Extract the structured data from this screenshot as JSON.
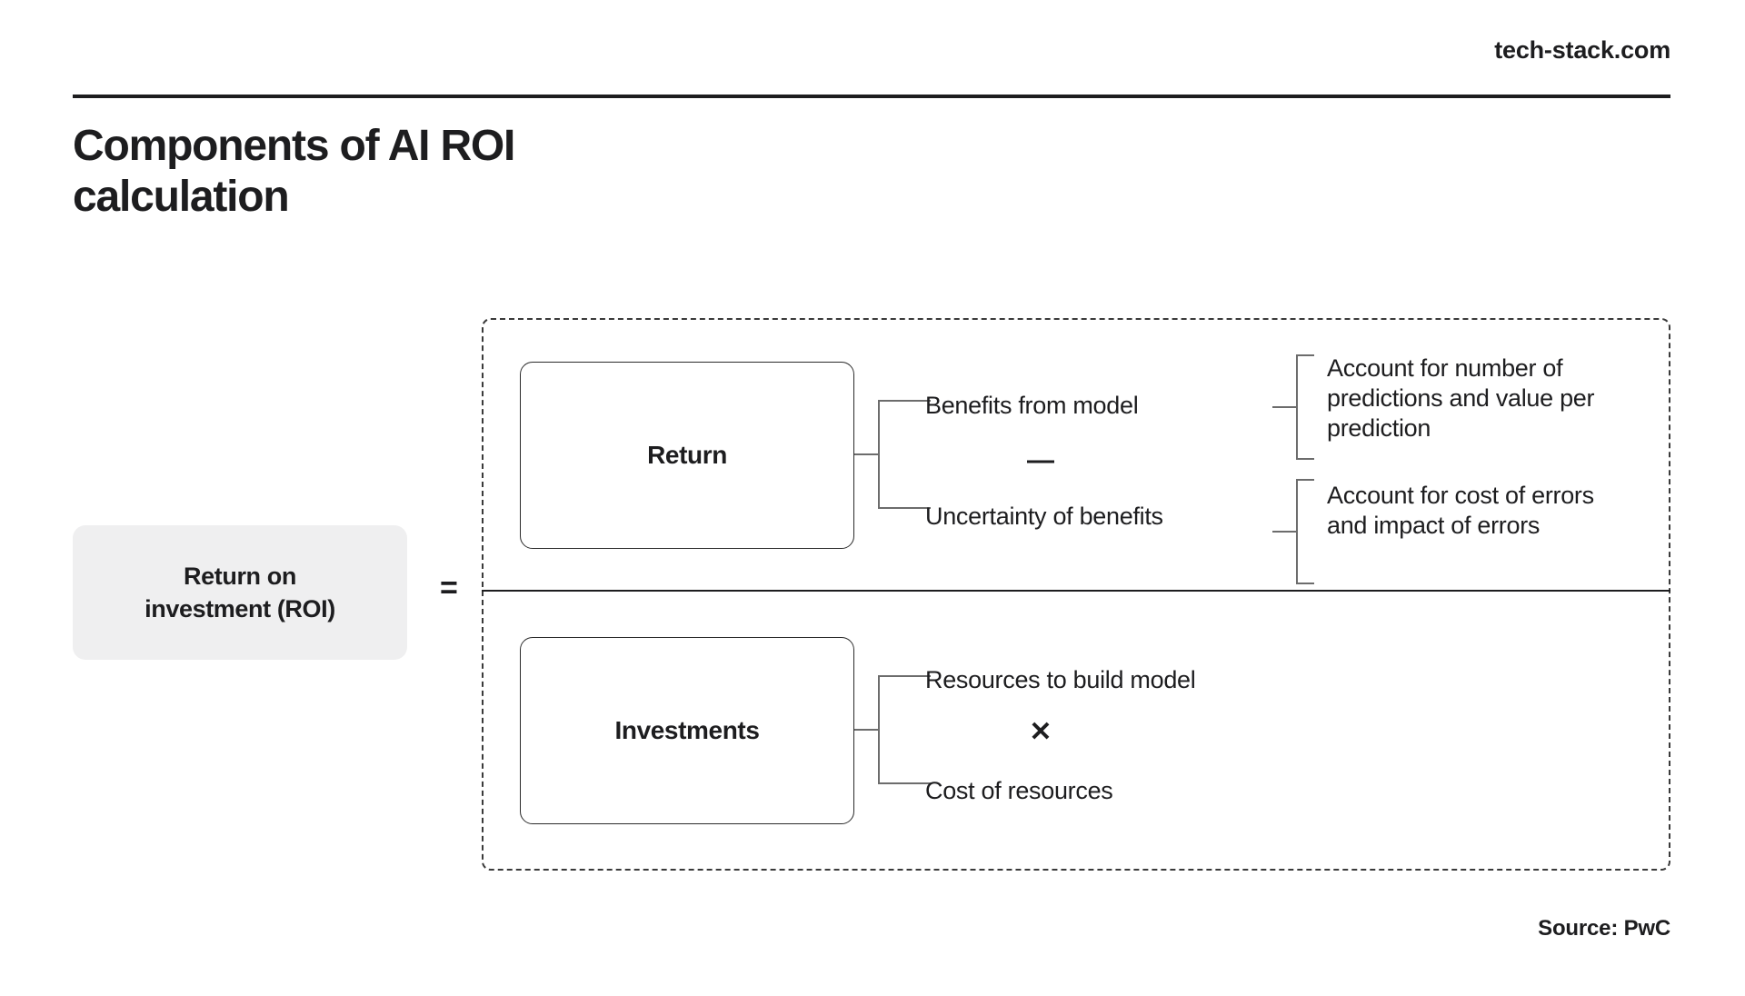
{
  "header": {
    "brand": "tech-stack.com",
    "title": "Components of AI ROI\ncalculation"
  },
  "diagram": {
    "result_label": "Return on\ninvestment (ROI)",
    "equals_symbol": "=",
    "numerator": {
      "box_label": "Return",
      "operands": [
        "Benefits from model",
        "Uncertainty of benefits"
      ],
      "operator": "—",
      "details": [
        "Account for number of\npredictions and value per\nprediction",
        "Account for cost of errors\nand impact of errors"
      ]
    },
    "denominator": {
      "box_label": "Investments",
      "operands": [
        "Resources to build model",
        "Cost of resources"
      ],
      "operator": "✕"
    }
  },
  "footer": {
    "source": "Source: PwC"
  },
  "colors": {
    "text": "#1d1d1f",
    "pill_background": "#efeff0",
    "connector": "#6c6c6c",
    "box_border": "#2b2b2b",
    "dashed_border": "#3a3a3a"
  }
}
